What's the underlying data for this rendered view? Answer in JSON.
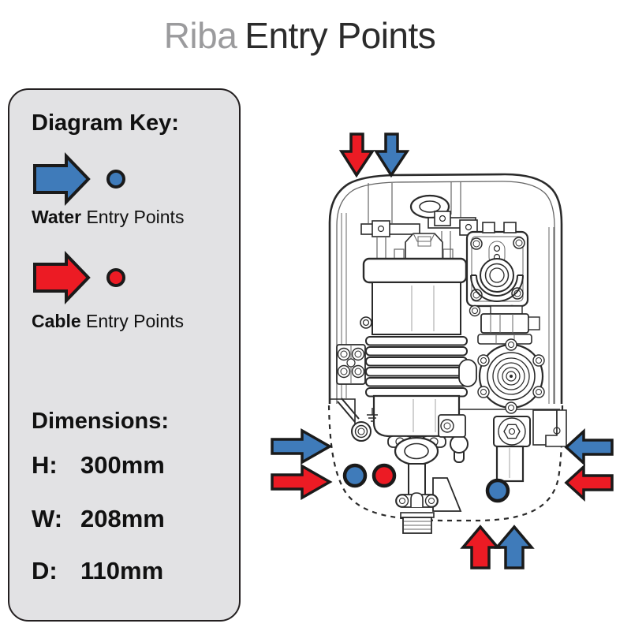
{
  "title": {
    "model": "Riba",
    "suffix": "Entry Points"
  },
  "key_panel": {
    "heading": "Diagram Key:",
    "water": {
      "label_bold": "Water",
      "label_rest": " Entry Points"
    },
    "cable": {
      "label_bold": "Cable",
      "label_rest": " Entry Points"
    },
    "dimensions": {
      "heading": "Dimensions:",
      "rows": [
        {
          "label": "H:",
          "value": "300mm"
        },
        {
          "label": "W:",
          "value": "208mm"
        },
        {
          "label": "D:",
          "value": "110mm"
        }
      ]
    }
  },
  "colors": {
    "water_blue": "#3f7bba",
    "cable_red": "#ec1b24",
    "panel_bg": "#e2e2e4",
    "outline_black": "#1a1a1a",
    "title_gray": "#9b9b9d",
    "title_dark": "#2b2b2b"
  },
  "diagram": {
    "entry_arrows": [
      {
        "id": "top-cable",
        "type": "cable",
        "direction": "down"
      },
      {
        "id": "top-water",
        "type": "water",
        "direction": "down"
      },
      {
        "id": "left-water",
        "type": "water",
        "direction": "right"
      },
      {
        "id": "left-cable",
        "type": "cable",
        "direction": "right"
      },
      {
        "id": "right-water",
        "type": "water",
        "direction": "left"
      },
      {
        "id": "right-cable",
        "type": "cable",
        "direction": "left"
      },
      {
        "id": "bottom-cable",
        "type": "cable",
        "direction": "up"
      },
      {
        "id": "bottom-water",
        "type": "water",
        "direction": "up"
      }
    ],
    "entry_dots": [
      {
        "id": "bottom-left-water",
        "type": "water"
      },
      {
        "id": "bottom-left-cable",
        "type": "cable"
      },
      {
        "id": "bottom-right-water",
        "type": "water"
      }
    ]
  }
}
